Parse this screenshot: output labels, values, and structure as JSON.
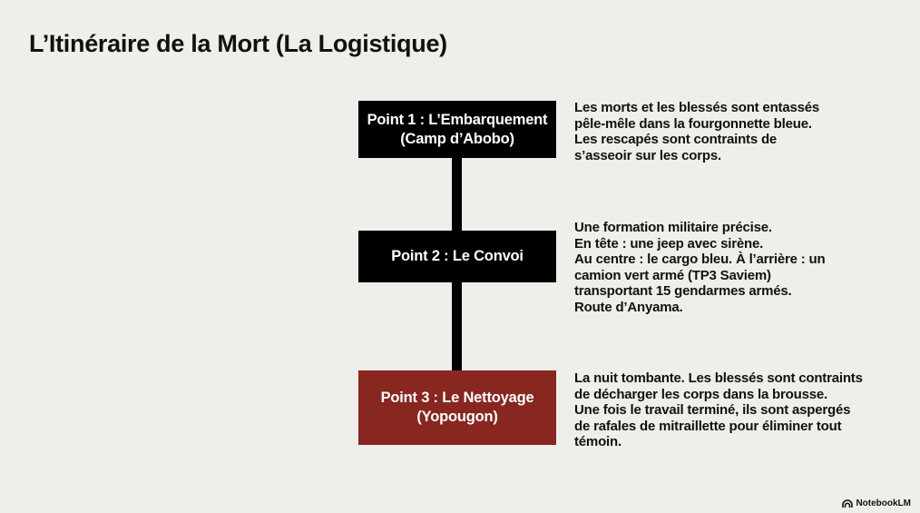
{
  "title": "L’Itinéraire de la Mort (La Logistique)",
  "points": [
    {
      "box_lines": [
        "Point 1 : L’Embarquement",
        "(Camp d’Abobo)"
      ],
      "description_lines": [
        "Les morts et les blessés sont entassés",
        "pêle-mêle dans la fourgonnette bleue.",
        "Les rescapés sont contraints de",
        "s’asseoir sur les corps."
      ],
      "box_color": "#000000"
    },
    {
      "box_lines": [
        "Point 2 : Le Convoi"
      ],
      "description_lines": [
        "Une formation militaire précise.",
        "En tête : une jeep avec sirène.",
        "Au centre : le cargo bleu. À l’arrière : un",
        "camion vert armé (TP3 Saviem)",
        "transportant 15 gendarmes armés.",
        "Route d’Anyama."
      ],
      "box_color": "#000000"
    },
    {
      "box_lines": [
        "Point 3 : Le Nettoyage",
        "(Yopougon)"
      ],
      "description_lines": [
        "La nuit tombante. Les blessés sont contraints",
        "de décharger les corps dans la brousse.",
        "Une fois le travail terminé, ils sont aspergés",
        "de rafales de mitraillette pour éliminer tout",
        "témoin."
      ],
      "box_color": "#882620"
    }
  ],
  "branding": {
    "label": "NotebookLM",
    "icon": "notebooklm-logo-icon"
  }
}
